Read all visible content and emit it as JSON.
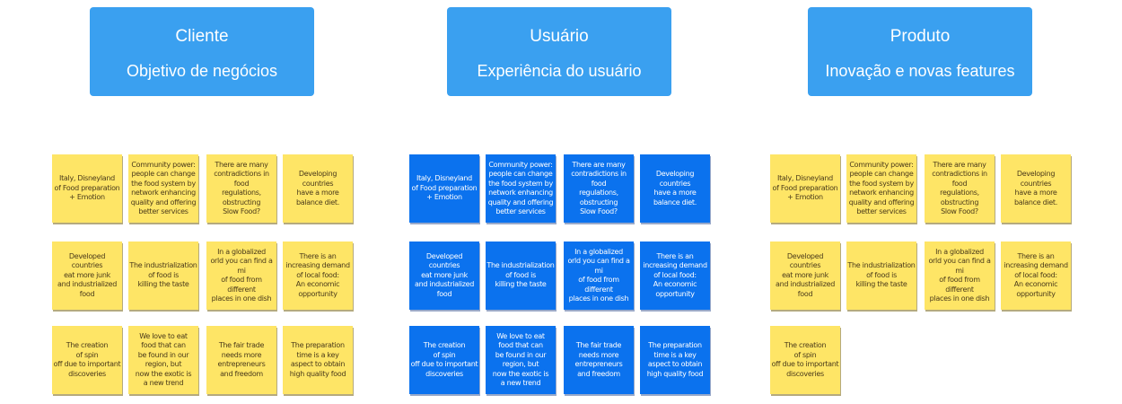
{
  "colors": {
    "header": "#3aa0f0",
    "yellow_note": "#fee566",
    "blue_note": "#0b72ee"
  },
  "headers": [
    {
      "title": "Cliente",
      "subtitle": "Objetivo de negócios"
    },
    {
      "title": "Usuário",
      "subtitle": "Experiência do usuário"
    },
    {
      "title": "Produto",
      "subtitle": "Inovação e novas features"
    }
  ],
  "groups": [
    {
      "color": "yellow",
      "notes": [
        "Italy, Disneyland\nof Food preparation\n+ Emotion",
        "Community power:\npeople can change\nthe food system by\nnetwork enhancing\nquality and offering\nbetter services",
        "There are many\ncontradictions in food\nregulations,\nobstructing\nSlow Food?",
        "Developing\ncountries\nhave a more\nbalance diet.",
        "Developed\ncountries\neat more junk\nand industrialized\nfood",
        "The industrialization\nof food is\nkilling the taste",
        "In a globalized\norld you can find a mi\nof food from different\nplaces in one dish",
        "There is an\nincreasing demand\nof local food:\nAn economic\nopportunity",
        "The creation\nof spin\noff due to important\ndiscoveries",
        "We love to eat\nfood that can\nbe found in our\nregion, but\nnow the exotic is\na new trend",
        "The fair trade\nneeds more\nentrepreneurs\nand freedom",
        "The preparation\ntime is a key\naspect to obtain\nhigh quality food"
      ]
    },
    {
      "color": "blue",
      "notes": [
        "Italy, Disneyland\nof Food preparation\n+ Emotion",
        "Community power:\npeople can change\nthe food system by\nnetwork enhancing\nquality and offering\nbetter services",
        "There are many\ncontradictions in food\nregulations,\nobstructing\nSlow Food?",
        "Developing\ncountries\nhave a more\nbalance diet.",
        "Developed\ncountries\neat more junk\nand industrialized\nfood",
        "The industrialization\nof food is\nkilling the taste",
        "In a globalized\norld you can find a mi\nof food from different\nplaces in one dish",
        "There is an\nincreasing demand\nof local food:\nAn economic\nopportunity",
        "The creation\nof spin\noff due to important\ndiscoveries",
        "We love to eat\nfood that can\nbe found in our\nregion, but\nnow the exotic is\na new trend",
        "The fair trade\nneeds more\nentrepreneurs\nand freedom",
        "The preparation\ntime is a key\naspect to obtain\nhigh quality food"
      ]
    },
    {
      "color": "yellow",
      "notes": [
        "Italy, Disneyland\nof Food preparation\n+ Emotion",
        "Community power:\npeople can change\nthe food system by\nnetwork enhancing\nquality and offering\nbetter services",
        "There are many\ncontradictions in food\nregulations,\nobstructing\nSlow Food?",
        "Developing\ncountries\nhave a more\nbalance diet.",
        "Developed\ncountries\neat more junk\nand industrialized\nfood",
        "The industrialization\nof food is\nkilling the taste",
        "In a globalized\norld you can find a mi\nof food from different\nplaces in one dish",
        "There is an\nincreasing demand\nof local food:\nAn economic\nopportunity",
        "The creation\nof spin\noff due to important\ndiscoveries"
      ]
    }
  ]
}
